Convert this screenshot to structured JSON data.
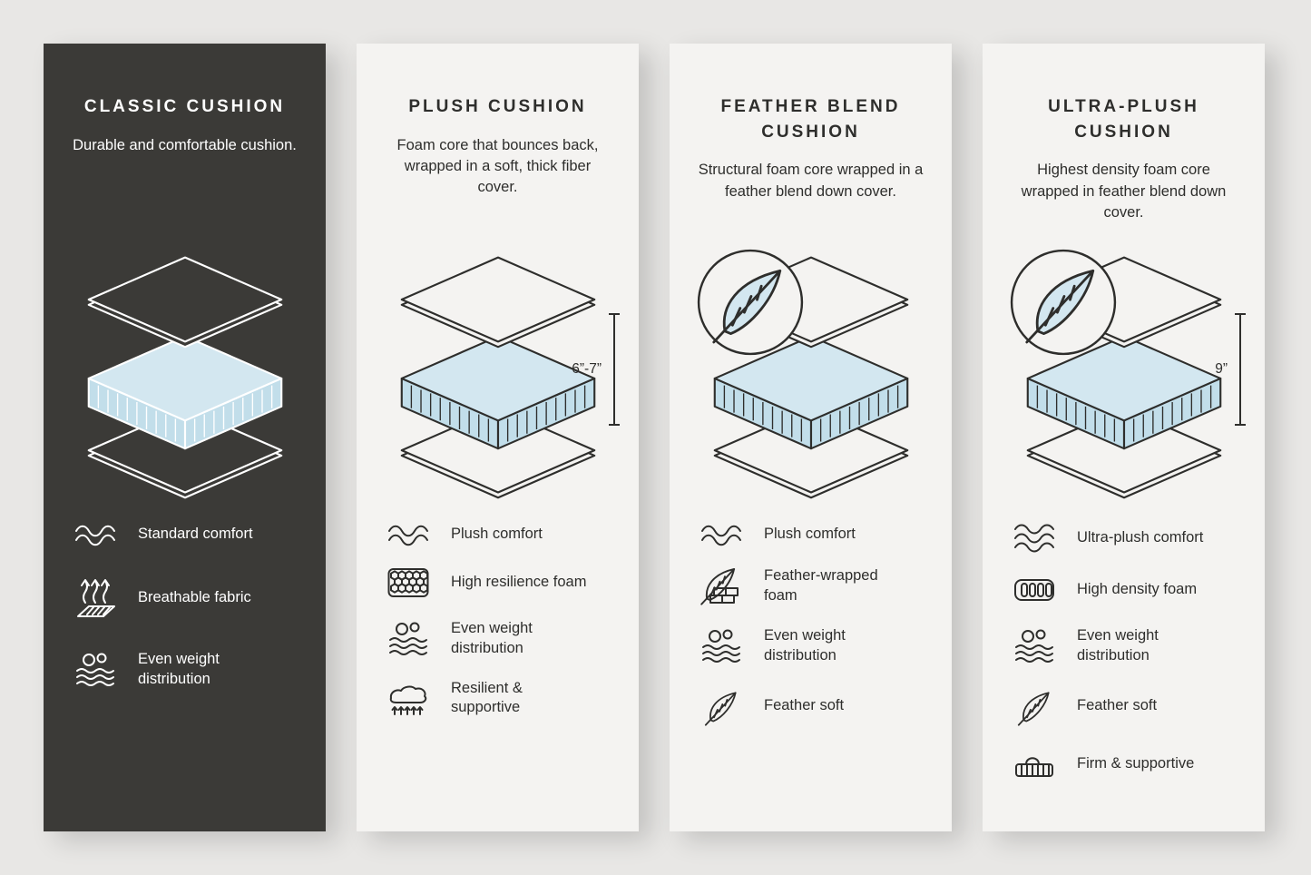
{
  "colors": {
    "background": "#e8e7e5",
    "panel_dark": "#3b3a37",
    "panel_light": "#f4f3f1",
    "ink": "#2e2e2c",
    "foam_blue_top": "#d3e7f0",
    "foam_blue_side": "#c2deea"
  },
  "panels": [
    {
      "id": "classic",
      "title": "CLASSIC CUSHION",
      "description": "Durable and comfortable cushion.",
      "has_feather_badge": false,
      "measurement": "",
      "features": [
        {
          "icon": "waves-icon",
          "label": "Standard comfort"
        },
        {
          "icon": "breathable-fabric-icon",
          "label": "Breathable fabric"
        },
        {
          "icon": "weight-distribution-icon",
          "label": "Even weight distribution"
        }
      ]
    },
    {
      "id": "plush",
      "title": "PLUSH CUSHION",
      "description": "Foam core that bounces back, wrapped in a soft, thick fiber cover.",
      "has_feather_badge": false,
      "measurement": "6”-7”",
      "features": [
        {
          "icon": "waves-icon",
          "label": "Plush comfort"
        },
        {
          "icon": "resilience-foam-icon",
          "label": "High resilience foam"
        },
        {
          "icon": "weight-distribution-icon",
          "label": "Even weight distribution"
        },
        {
          "icon": "resilient-supportive-icon",
          "label": "Resilient & supportive"
        }
      ]
    },
    {
      "id": "feather-blend",
      "title": "FEATHER BLEND CUSHION",
      "description": "Structural foam core wrapped in a feather blend down cover.",
      "has_feather_badge": true,
      "measurement": "",
      "features": [
        {
          "icon": "waves-icon",
          "label": "Plush comfort"
        },
        {
          "icon": "feather-wrapped-foam-icon",
          "label": "Feather-wrapped foam"
        },
        {
          "icon": "weight-distribution-icon",
          "label": "Even weight distribution"
        },
        {
          "icon": "feather-icon",
          "label": "Feather soft"
        }
      ]
    },
    {
      "id": "ultra-plush",
      "title": "ULTRA-PLUSH CUSHION",
      "description": "Highest density foam core wrapped in feather blend down cover.",
      "has_feather_badge": true,
      "measurement": "9”",
      "features": [
        {
          "icon": "waves-icon",
          "label": "Ultra-plush comfort"
        },
        {
          "icon": "density-foam-icon",
          "label": "High density foam"
        },
        {
          "icon": "weight-distribution-icon",
          "label": "Even weight distribution"
        },
        {
          "icon": "feather-icon",
          "label": "Feather soft"
        },
        {
          "icon": "firm-supportive-icon",
          "label": "Firm & supportive"
        }
      ]
    }
  ]
}
